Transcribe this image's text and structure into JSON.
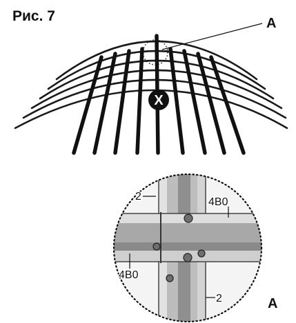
{
  "figure": {
    "title": "Рис. 7",
    "callout_label": "A",
    "center_marker": "X",
    "detail_label": "A"
  },
  "detail_parts": {
    "upright_top": "2",
    "upright_bottom": "2",
    "beam_right": "4B0",
    "beam_left": "4B0"
  },
  "colors": {
    "ink": "#111111",
    "profile_light": "#d9d9d9",
    "profile_mid": "#a8a8a8",
    "profile_dark": "#6e6e6e"
  }
}
